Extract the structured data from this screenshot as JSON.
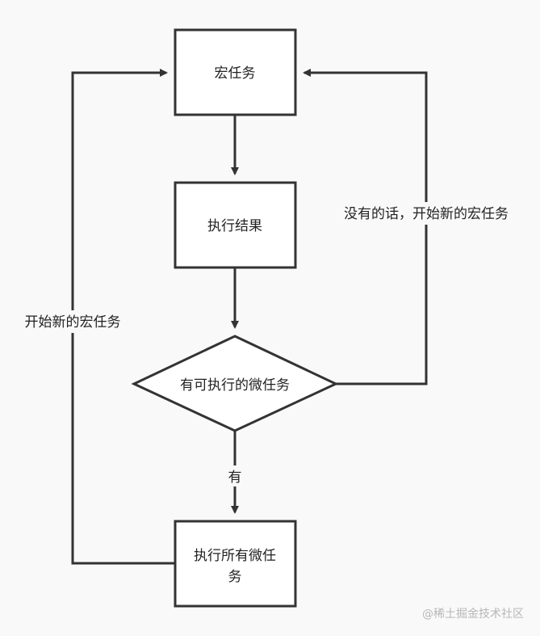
{
  "nodes": {
    "macro_task": "宏任务",
    "execute_result": "执行结果",
    "has_micro_question": "有可执行的微任务",
    "execute_all_micro_line1": "执行所有微任",
    "execute_all_micro_line2": "务"
  },
  "edges": {
    "yes_label": "有",
    "no_label": "没有的话，开始新的宏任务",
    "new_macro_label": "开始新的宏任务"
  },
  "watermark": "@稀土掘金技术社区",
  "colors": {
    "background": "#f9f9f9",
    "stroke": "#333333",
    "node_fill": "#ffffff",
    "text": "#222222"
  }
}
